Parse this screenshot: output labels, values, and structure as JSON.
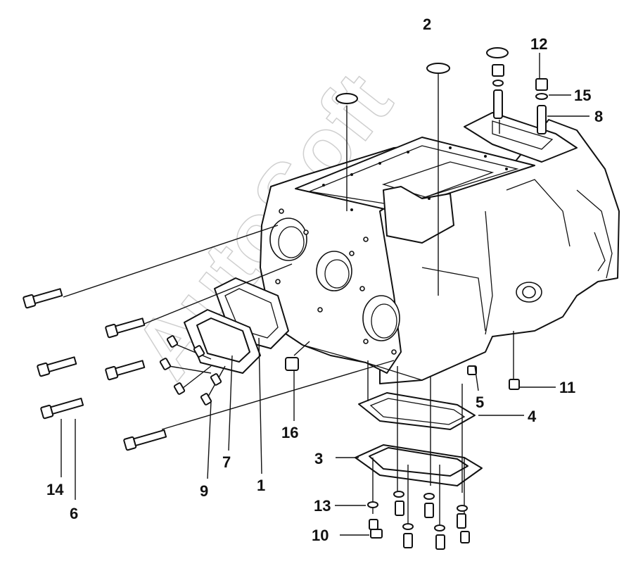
{
  "diagram": {
    "watermark": "AutoSoft",
    "callouts": [
      {
        "id": "c1",
        "text": "1"
      },
      {
        "id": "c2",
        "text": "2"
      },
      {
        "id": "c3",
        "text": "3"
      },
      {
        "id": "c4",
        "text": "4"
      },
      {
        "id": "c5",
        "text": "5"
      },
      {
        "id": "c6",
        "text": "6"
      },
      {
        "id": "c7",
        "text": "7"
      },
      {
        "id": "c8",
        "text": "8"
      },
      {
        "id": "c9",
        "text": "9"
      },
      {
        "id": "c10",
        "text": "10"
      },
      {
        "id": "c11",
        "text": "11"
      },
      {
        "id": "c12",
        "text": "12"
      },
      {
        "id": "c13",
        "text": "13"
      },
      {
        "id": "c14",
        "text": "14"
      },
      {
        "id": "c15",
        "text": "15"
      },
      {
        "id": "c16",
        "text": "16"
      }
    ]
  }
}
